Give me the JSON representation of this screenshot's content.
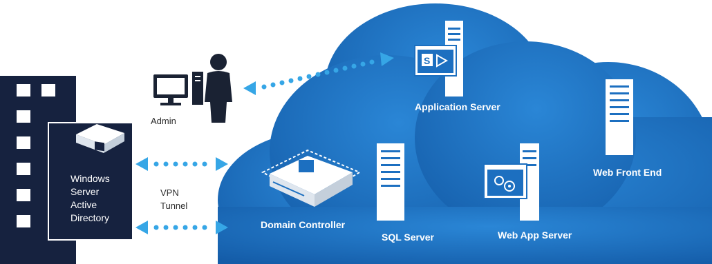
{
  "nodes": {
    "admin": "Admin",
    "vpn": [
      "VPN",
      "Tunnel"
    ],
    "windows_server": [
      "Windows",
      "Server",
      "Active",
      "Directory"
    ],
    "application_server": "Application Server",
    "web_front_end": "Web Front End",
    "domain_controller": "Domain Controller",
    "sql_server": "SQL Server",
    "web_app_server": "Web App Server"
  },
  "colors": {
    "cloud": "#1c6fc0",
    "building": "#16223f",
    "arrow": "#36a6e6",
    "admin_figure": "#1a2233"
  }
}
